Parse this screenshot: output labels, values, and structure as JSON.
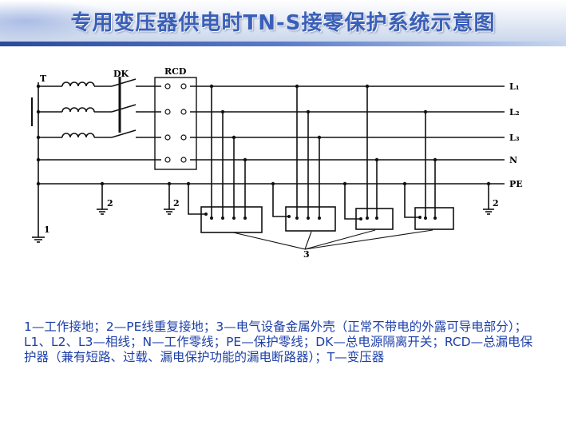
{
  "slide": {
    "title": "专用变压器供电时TN-S接零保护系统示意图",
    "accent_color": "#3a5fb8",
    "legend_color": "#1c3fa8"
  },
  "diagram": {
    "labels": {
      "transformer": "T",
      "switch": "DK",
      "rcd": "RCD",
      "l1": "L₁",
      "l2": "L₂",
      "l3": "L₃",
      "n": "N",
      "pe": "PE",
      "working_ground": "1",
      "repeat_ground_a": "2",
      "repeat_ground_b": "2",
      "repeat_ground_c": "2",
      "enclosure": "3"
    }
  },
  "legend": {
    "text": "1—工作接地；2—PE线重复接地；3—电气设备金属外壳（正常不带电的外露可导电部分）；L1、L2、L3—相线；N—工作零线；PE—保护零线；DK—总电源隔离开关；RCD—总漏电保护器（兼有短路、过载、漏电保护功能的漏电断路器）；T—变压器"
  }
}
